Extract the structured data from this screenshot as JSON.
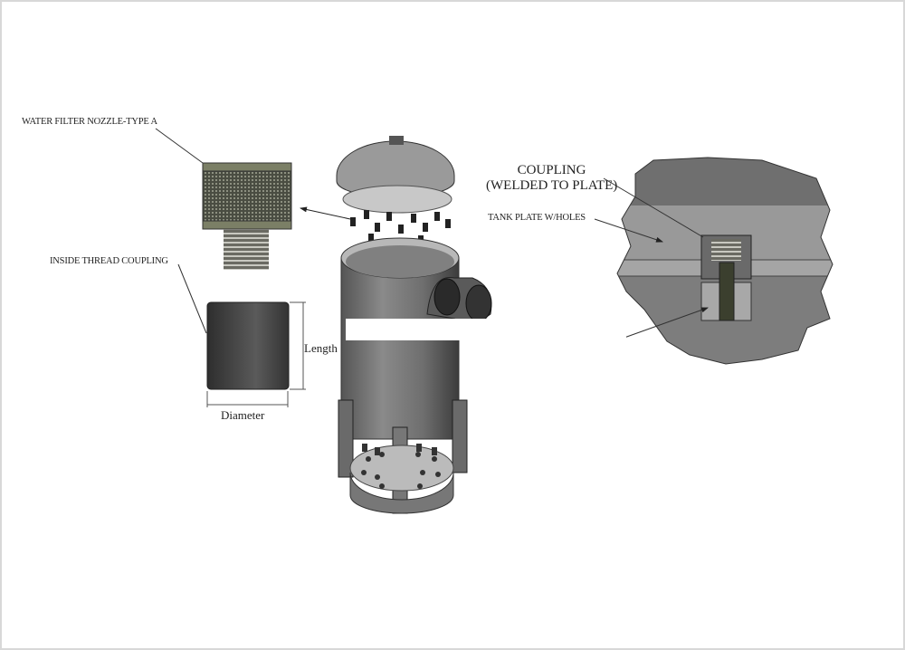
{
  "labels": {
    "nozzle": "WATER FILTER NOZZLE-TYPE A",
    "inside_coupling": "INSIDE THREAD COUPLING",
    "length": "Length",
    "diameter": "Diameter",
    "coupling_line1": "COUPLING",
    "coupling_line2": "(WELDED TO PLATE)",
    "tank_plate": "TANK PLATE W/HOLES"
  }
}
